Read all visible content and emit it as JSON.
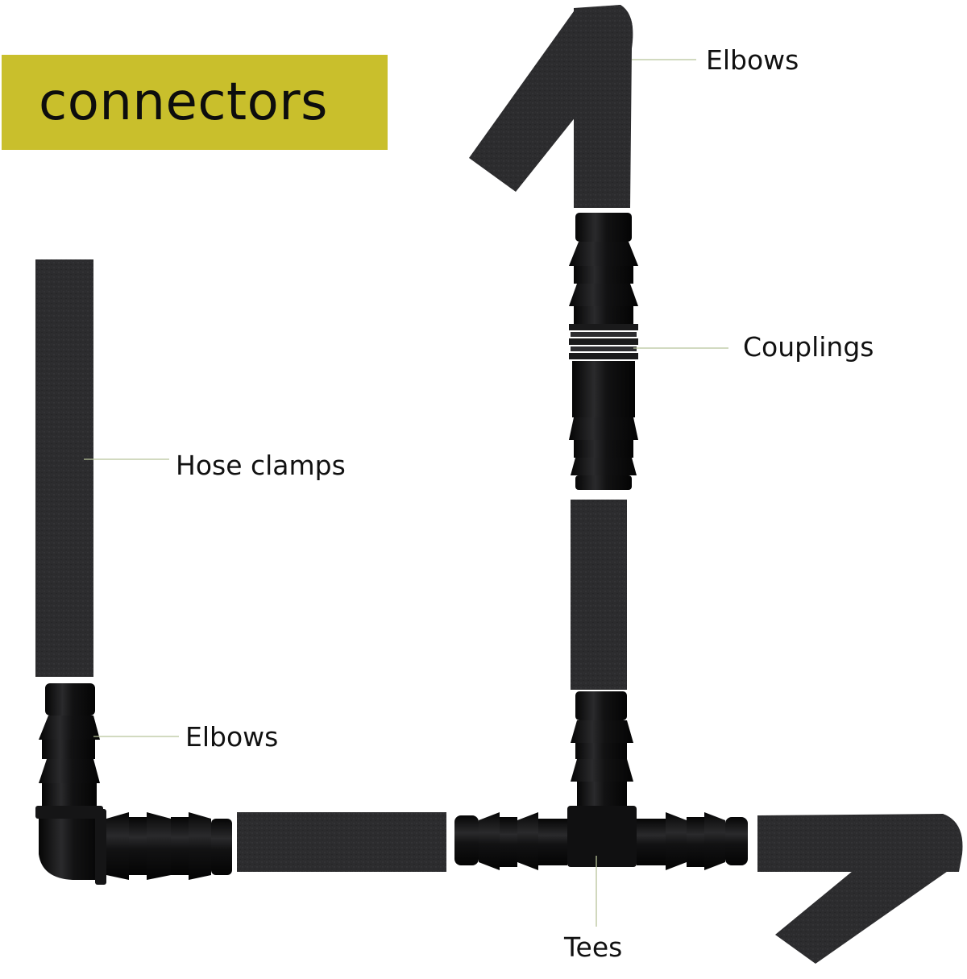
{
  "banner": {
    "text": "connectors",
    "background": "#c9bf2c"
  },
  "labels": {
    "elbows_top": "Elbows",
    "couplings": "Couplings",
    "hose_clamps": "Hose clamps",
    "elbows_bottom": "Elbows",
    "tees": "Tees"
  },
  "colors": {
    "foam_strip": "#2b2b2d",
    "plastic_fitting": "#0b0b0c",
    "leader_line": "#b8c49a",
    "background": "#ffffff"
  }
}
